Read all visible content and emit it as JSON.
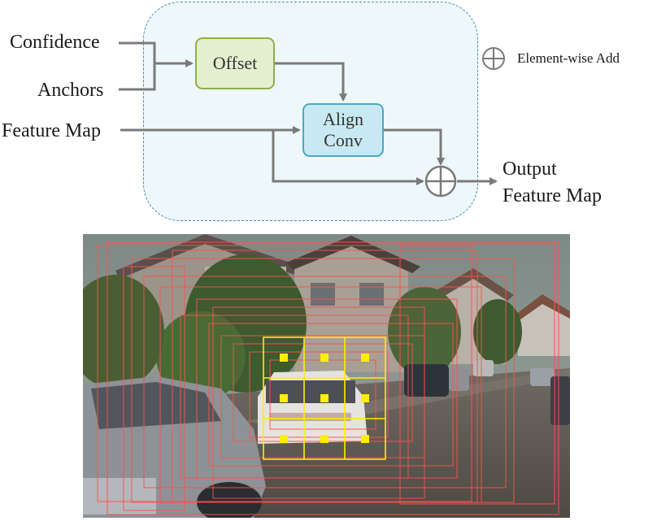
{
  "inputs": {
    "confidence": "Confidence",
    "anchors": "Anchors",
    "feature_map": "Feature Map"
  },
  "nodes": {
    "offset": "Offset",
    "align_conv_line1": "Align",
    "align_conv_line2": "Conv"
  },
  "output": {
    "line1": "Output",
    "line2": "Feature Map"
  },
  "legend": {
    "symbol": "⊕",
    "label": "Element-wise Add"
  },
  "colors": {
    "module_border": "#3f8fb0",
    "module_fill": "#eef8fa",
    "offset_fill": "#e4efcf",
    "offset_border": "#8db04a",
    "align_fill": "#c9e9f2",
    "align_border": "#4ba7c6",
    "arrow": "#7a7a7a",
    "anchor_box": "#ff4a4a",
    "sampling_grid": "#ffe600"
  },
  "photo": {
    "description_icon": "street-scene-image",
    "sampling_grid_rows": 3,
    "sampling_grid_cols": 3
  }
}
